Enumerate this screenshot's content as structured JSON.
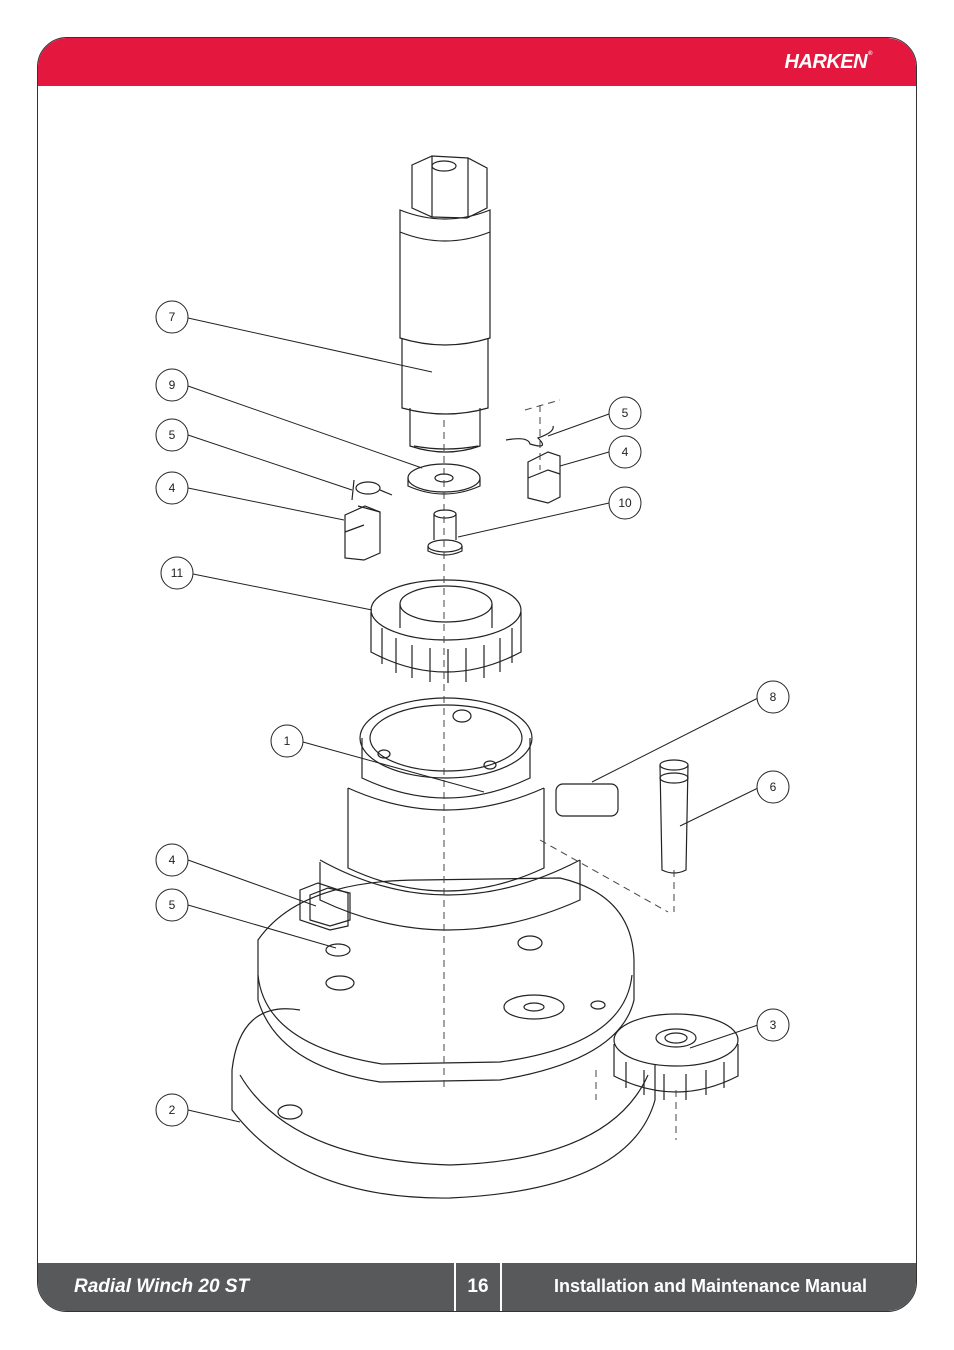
{
  "header": {
    "brand": "HARKEN",
    "registered": "®"
  },
  "footer": {
    "product": "Radial Winch 20 ST",
    "page_number": "16",
    "manual_title": "Installation and Maintenance Manual"
  },
  "callouts": [
    {
      "label": "7"
    },
    {
      "label": "9"
    },
    {
      "label": "5"
    },
    {
      "label": "4"
    },
    {
      "label": "11"
    },
    {
      "label": "5"
    },
    {
      "label": "4"
    },
    {
      "label": "10"
    },
    {
      "label": "8"
    },
    {
      "label": "1"
    },
    {
      "label": "6"
    },
    {
      "label": "4"
    },
    {
      "label": "5"
    },
    {
      "label": "3"
    },
    {
      "label": "2"
    }
  ],
  "colors": {
    "header_red": "#e4173e",
    "footer_gray": "#58595b"
  }
}
